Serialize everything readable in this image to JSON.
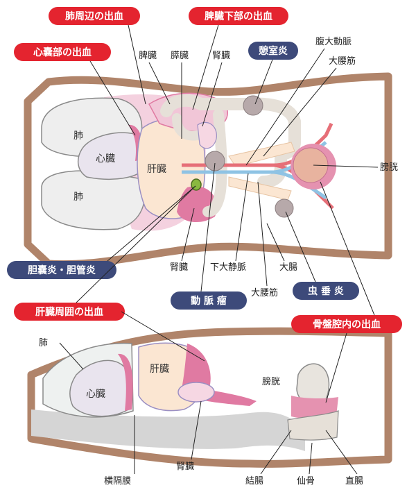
{
  "colors": {
    "red_pill": "#e4242f",
    "navy_pill": "#3d4a7a",
    "body_outline": "#b0846a",
    "bleed": "#e07aa2",
    "bleed_light": "#f1c6d7",
    "liver": "#fbe6d2",
    "lung": "#eeeeee",
    "organ_outline": "#8a8a8a",
    "artery": "#e66f78",
    "vein": "#8fc3e4",
    "intestine": "#e6e0d8",
    "appendix": "#b7a9aa",
    "bladder": "#e592b0"
  },
  "callouts": {
    "lung_surround_bleed": "肺周辺の出血",
    "spleen_lower_bleed": "脾臓下部の出血",
    "pericardial_bleed": "心嚢部の出血",
    "diverticulitis": "憩室炎",
    "gallbladder_bile_duct": "胆嚢炎・胆管炎",
    "aneurysm": "動 脈 瘤",
    "appendicitis": "虫 垂 炎",
    "liver_surround_bleed": "肝臓周囲の出血",
    "pelvic_bleed": "骨盤腔内の出血"
  },
  "top_view": {
    "spleen": "脾臓",
    "pancreas": "膵臓",
    "kidney_top": "腎臓",
    "aorta": "腹大動脈",
    "psoas_top": "大腰筋",
    "lung_upper": "肺",
    "heart": "心臓",
    "lung_lower": "肺",
    "liver": "肝臓",
    "bladder": "膀胱",
    "kidney_bottom": "腎臓",
    "ivc": "下大静脈",
    "large_intestine": "大腸",
    "psoas_bottom": "大腰筋"
  },
  "side_view": {
    "lung": "肺",
    "heart": "心臓",
    "liver": "肝臓",
    "bladder": "膀胱",
    "diaphragm": "横隔膜",
    "kidney": "腎臓",
    "colon": "結腸",
    "sacrum": "仙骨",
    "rectum": "直腸"
  }
}
